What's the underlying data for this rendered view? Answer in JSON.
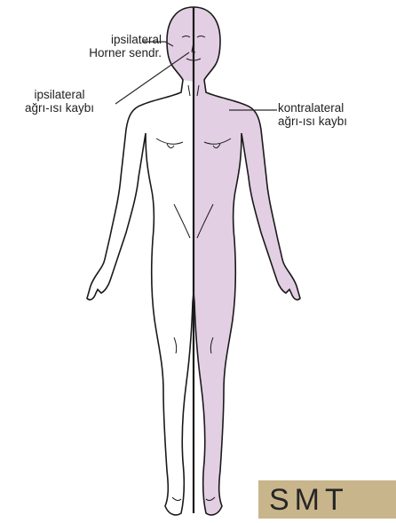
{
  "labels": {
    "horner_line1": "ipsilateral",
    "horner_line2": "Horner sendr.",
    "ipsi_line1": "ipsilateral",
    "ipsi_line2": "ağrı-ısı kaybı",
    "contra_line1": "kontralateral",
    "contra_line2": "ağrı-ısı kaybı"
  },
  "logo": {
    "text": "SMT"
  },
  "colors": {
    "affected_fill": "#e3cfe3",
    "outline": "#1a1a1a",
    "logo_bg": "#c9b58c"
  }
}
